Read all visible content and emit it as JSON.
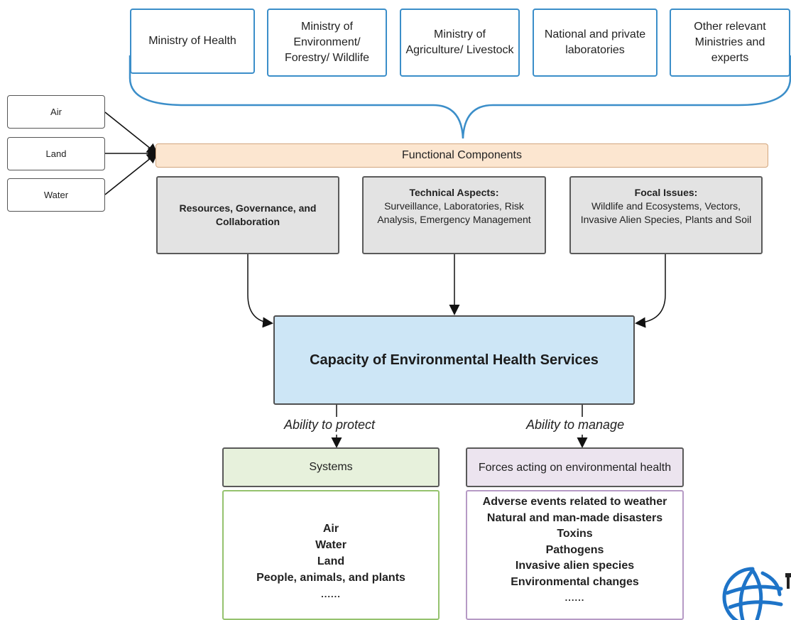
{
  "ministries": [
    {
      "label": "Ministry of Health"
    },
    {
      "label": "Ministry of Environment/ Forestry/ Wildlife"
    },
    {
      "label": "Ministry of Agriculture/ Livestock"
    },
    {
      "label": "National and private laboratories"
    },
    {
      "label": "Other relevant Ministries and experts"
    }
  ],
  "sources": [
    "Air",
    "Land",
    "Water"
  ],
  "functional_components": "Functional Components",
  "components": [
    {
      "title": "Resources, Governance, and Collaboration",
      "body": ""
    },
    {
      "title": "Technical Aspects:",
      "body": "Surveillance, Laboratories, Risk Analysis, Emergency Management"
    },
    {
      "title": "Focal Issues:",
      "body": "Wildlife and Ecosystems, Vectors, Invasive Alien Species, Plants and Soil"
    }
  ],
  "capacity": "Capacity of Environmental Health Services",
  "ability_protect": "Ability to protect",
  "ability_manage": "Ability to manage",
  "systems": {
    "header": "Systems",
    "items": [
      "Air",
      "Water",
      "Land",
      "People, animals, and plants"
    ],
    "more": "......"
  },
  "forces": {
    "header": "Forces acting on environmental health",
    "items": [
      "Adverse events related to weather",
      "Natural and man-made disasters",
      "Toxins",
      "Pathogens",
      "Invasive alien species",
      "Environmental changes"
    ],
    "more": "......"
  },
  "colors": {
    "ministry_border": "#3b8ec9",
    "functional_bg": "#fce6d0",
    "capacity_bg": "#cde6f6",
    "systems_bg": "#e7f1dc",
    "forces_bg": "#ece4ef",
    "logo": "#1e74c8"
  },
  "logo_icon": "globe-logo"
}
